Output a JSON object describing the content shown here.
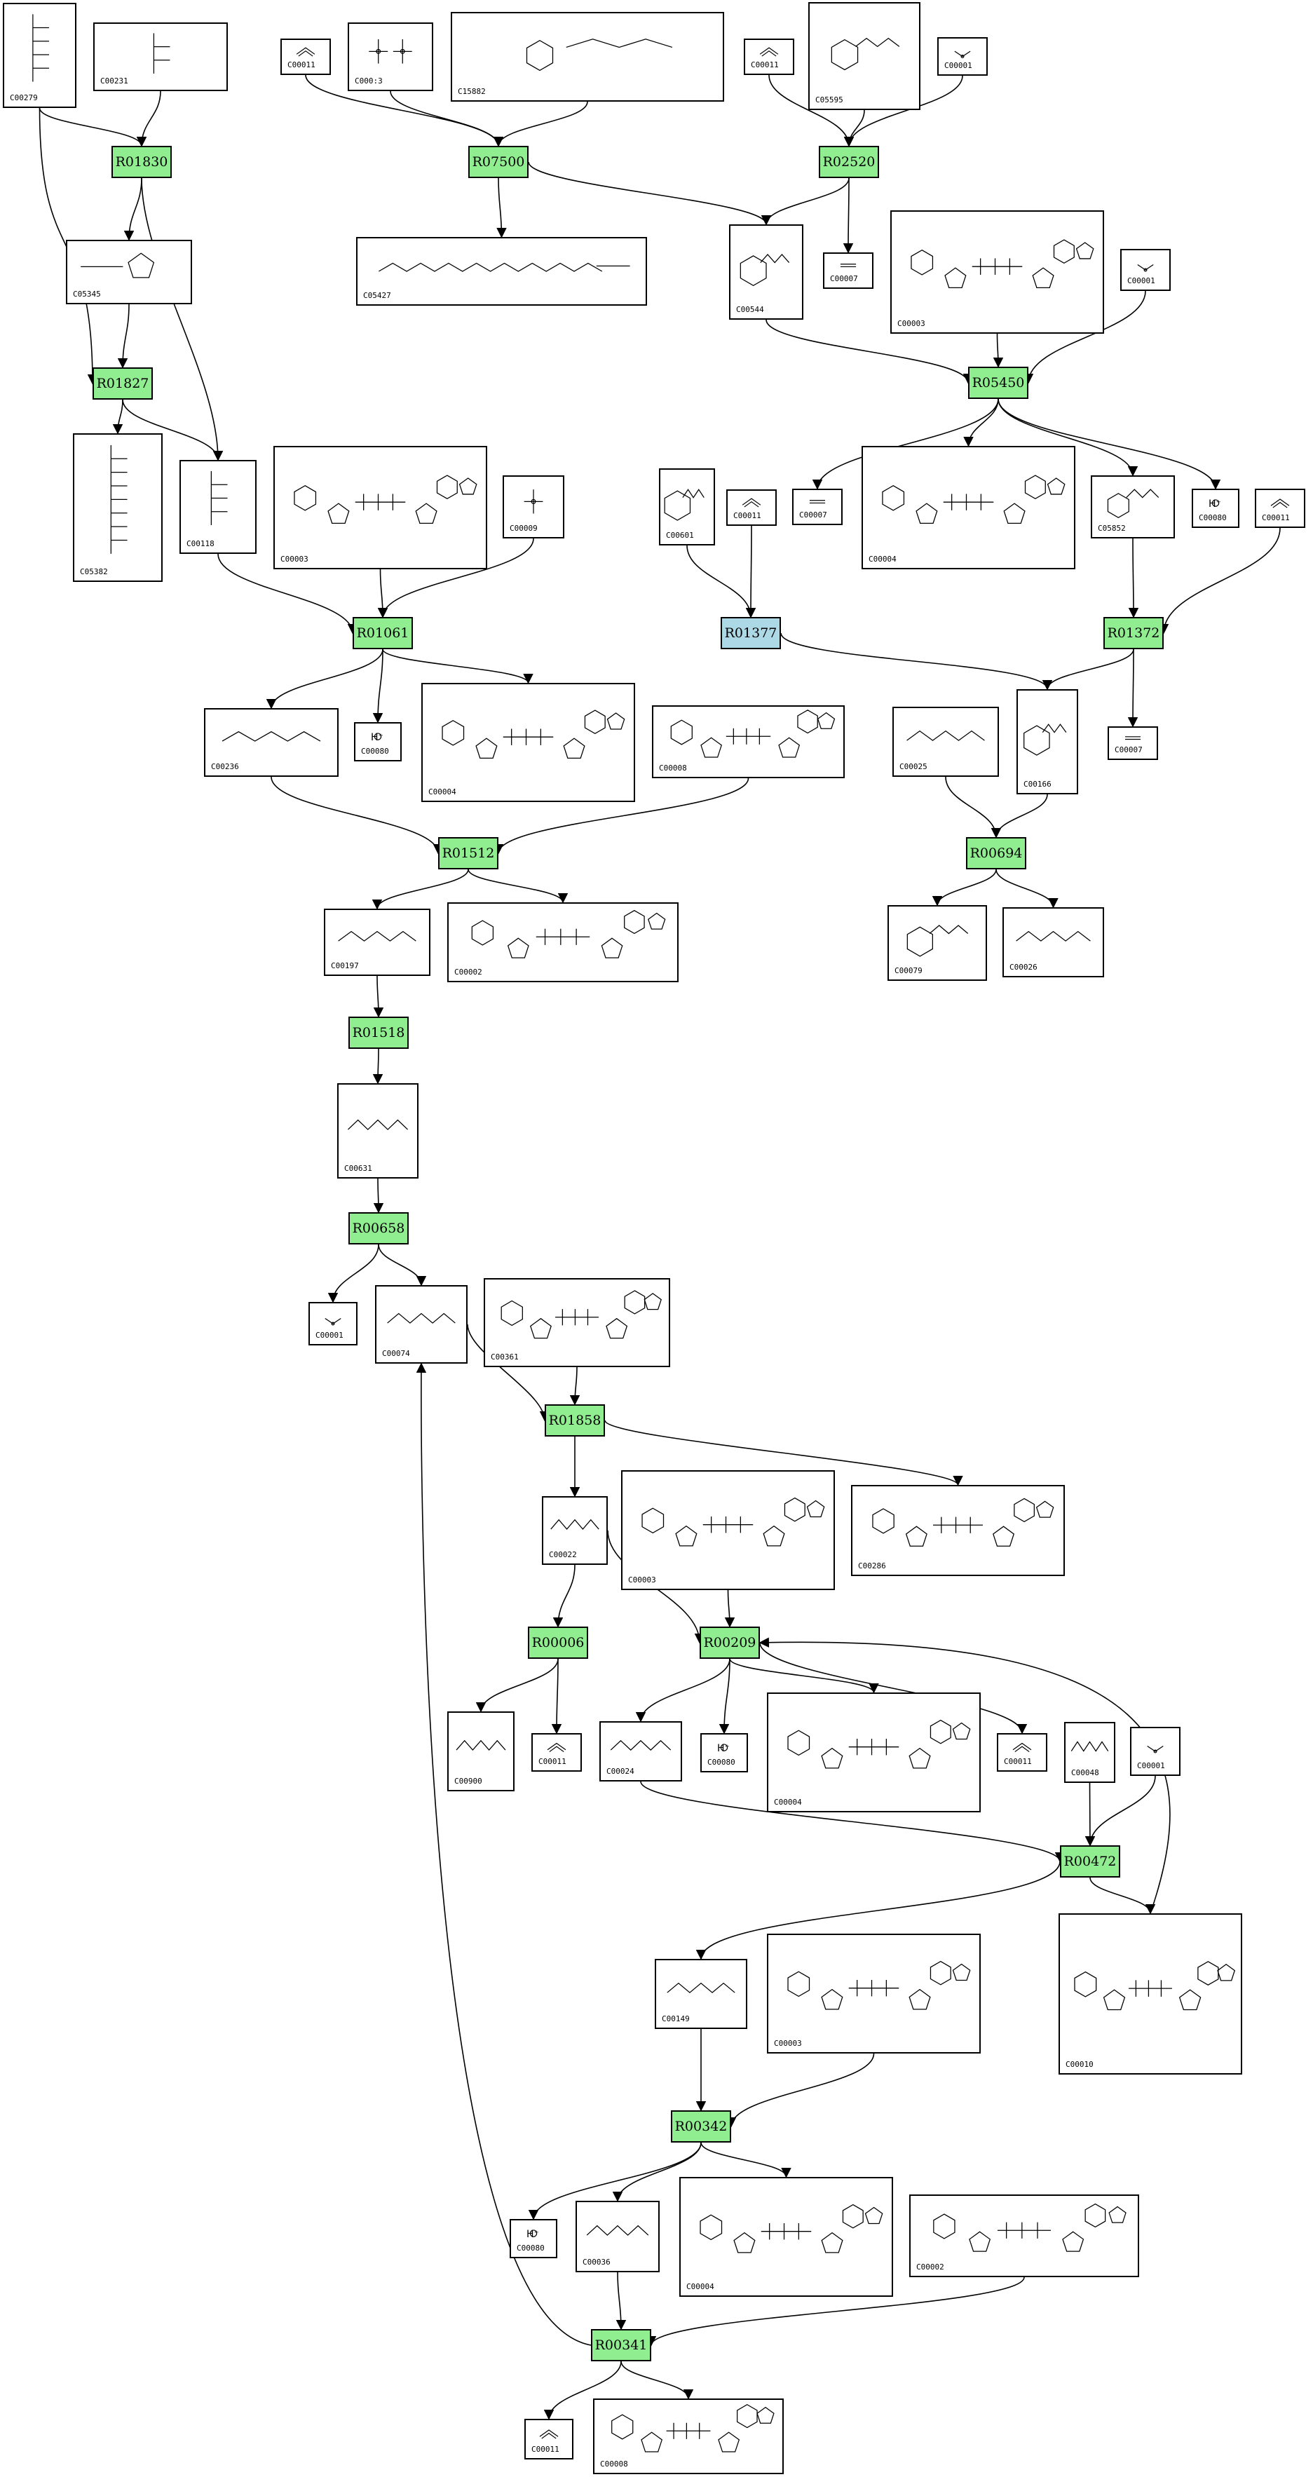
{
  "colors": {
    "reaction_fill": "#90EE90",
    "reaction_fill_alt": "#ADD8E6",
    "edge": "#000000",
    "border": "#000000"
  },
  "reactions": [
    {
      "id": "R01830",
      "style": "green"
    },
    {
      "id": "R07500",
      "style": "green"
    },
    {
      "id": "R02520",
      "style": "green"
    },
    {
      "id": "R01827",
      "style": "green"
    },
    {
      "id": "R05450",
      "style": "green"
    },
    {
      "id": "R01061",
      "style": "green"
    },
    {
      "id": "R01377",
      "style": "blue"
    },
    {
      "id": "R01372",
      "style": "green"
    },
    {
      "id": "R01512",
      "style": "green"
    },
    {
      "id": "R00694",
      "style": "green"
    },
    {
      "id": "R01518",
      "style": "green"
    },
    {
      "id": "R00658",
      "style": "green"
    },
    {
      "id": "R01858",
      "style": "green"
    },
    {
      "id": "R00006",
      "style": "green"
    },
    {
      "id": "R00209",
      "style": "green"
    },
    {
      "id": "R00472",
      "style": "green"
    },
    {
      "id": "R00342",
      "style": "green"
    },
    {
      "id": "R00341",
      "style": "green"
    }
  ],
  "compounds": [
    {
      "key": "c00279",
      "label": "C00279",
      "icon": "sugar-phosphate-structure"
    },
    {
      "key": "c00231",
      "label": "C00231",
      "icon": "sugar-phosphate-structure"
    },
    {
      "key": "c00011a",
      "label": "C00011",
      "icon": "co2-structure"
    },
    {
      "key": "c00013",
      "label": "C000:3",
      "icon": "pyrophosphate-structure"
    },
    {
      "key": "c15882",
      "label": "C15882",
      "icon": "prenyl-phenol-structure"
    },
    {
      "key": "c00011b",
      "label": "C00011",
      "icon": "co2-structure"
    },
    {
      "key": "c05595",
      "label": "C05595",
      "icon": "aldehyde-phenol-structure"
    },
    {
      "key": "c00001a",
      "label": "C00001",
      "icon": "water-structure"
    },
    {
      "key": "c05345",
      "label": "C05345",
      "icon": "furanose-phosphate-structure"
    },
    {
      "key": "c05427",
      "label": "C05427",
      "icon": "phytyl-diphosphate-structure"
    },
    {
      "key": "c00544",
      "label": "C00544",
      "icon": "phenylacetate-structure"
    },
    {
      "key": "c00007a",
      "label": "C00007",
      "icon": "oxygen-structure"
    },
    {
      "key": "c00003a",
      "label": "C00003",
      "icon": "nad-structure"
    },
    {
      "key": "c00001b",
      "label": "C00001",
      "icon": "water-structure"
    },
    {
      "key": "c05382",
      "label": "C05382",
      "icon": "sugar-chain-structure"
    },
    {
      "key": "c00118",
      "label": "C00118",
      "icon": "glyceraldehyde-phosphate-structure"
    },
    {
      "key": "c00003b",
      "label": "C00003",
      "icon": "nad-structure"
    },
    {
      "key": "c00009",
      "label": "C00009",
      "icon": "phosphate-structure"
    },
    {
      "key": "c00601",
      "label": "C00601",
      "icon": "phenylacetaldehyde-structure"
    },
    {
      "key": "c00011c",
      "label": "C00011",
      "icon": "co2-structure"
    },
    {
      "key": "c00007b",
      "label": "C00007",
      "icon": "oxygen-structure"
    },
    {
      "key": "c00004a",
      "label": "C00004",
      "icon": "nadh-structure"
    },
    {
      "key": "c05852",
      "label": "C05852",
      "icon": "phenylacetate-structure"
    },
    {
      "key": "c00080a",
      "label": "C00080",
      "text": "H⁺",
      "icon": "proton-structure"
    },
    {
      "key": "c00011d",
      "label": "C00011",
      "icon": "co2-structure"
    },
    {
      "key": "c00236",
      "label": "C00236",
      "icon": "bisphosphoglycerate-structure"
    },
    {
      "key": "c00080b",
      "label": "C00080",
      "text": "H⁺",
      "icon": "proton-structure"
    },
    {
      "key": "c00004b",
      "label": "C00004",
      "icon": "nadh-structure"
    },
    {
      "key": "c00008",
      "label": "C00008",
      "icon": "adp-structure"
    },
    {
      "key": "c00025",
      "label": "C00025",
      "icon": "glutamate-structure"
    },
    {
      "key": "c00166",
      "label": "C00166",
      "icon": "phenylpyruvate-structure"
    },
    {
      "key": "c00007c",
      "label": "C00007",
      "icon": "oxygen-structure"
    },
    {
      "key": "c00197",
      "label": "C00197",
      "icon": "phosphoglycerate-structure"
    },
    {
      "key": "c00002a",
      "label": "C00002",
      "icon": "atp-structure"
    },
    {
      "key": "c00079",
      "label": "C00079",
      "icon": "phenylalanine-structure"
    },
    {
      "key": "c00026",
      "label": "C00026",
      "icon": "oxoglutarate-structure"
    },
    {
      "key": "c00631",
      "label": "C00631",
      "icon": "phosphoglycerate-structure"
    },
    {
      "key": "c00001c",
      "label": "C00001",
      "icon": "water-structure"
    },
    {
      "key": "c00074",
      "label": "C00074",
      "icon": "pep-structure"
    },
    {
      "key": "c00361",
      "label": "C00361",
      "icon": "gdp-structure"
    },
    {
      "key": "c00022",
      "label": "C00022",
      "icon": "pyruvate-structure"
    },
    {
      "key": "c00003c",
      "label": "C00003",
      "icon": "nad-structure"
    },
    {
      "key": "c00286",
      "label": "C00286",
      "icon": "gtp-structure"
    },
    {
      "key": "c00900",
      "label": "C00900",
      "icon": "acetolactate-structure"
    },
    {
      "key": "c00011e",
      "label": "C00011",
      "icon": "co2-structure"
    },
    {
      "key": "c00024",
      "label": "C00024",
      "icon": "acetyl-coa-structure"
    },
    {
      "key": "c00080c",
      "label": "C00080",
      "text": "H⁺",
      "icon": "proton-structure"
    },
    {
      "key": "c00004c",
      "label": "C00004",
      "icon": "nadh-structure"
    },
    {
      "key": "c00011f",
      "label": "C00011",
      "icon": "co2-structure"
    },
    {
      "key": "c00048",
      "label": "C00048",
      "icon": "glyoxylate-structure"
    },
    {
      "key": "c00001d",
      "label": "C00001",
      "icon": "water-structure"
    },
    {
      "key": "c00149",
      "label": "C00149",
      "icon": "malate-structure"
    },
    {
      "key": "c00003d",
      "label": "C00003",
      "icon": "nad-structure"
    },
    {
      "key": "c00010",
      "label": "C00010",
      "icon": "coa-structure"
    },
    {
      "key": "c00080d",
      "label": "C00080",
      "text": "H⁺",
      "icon": "proton-structure"
    },
    {
      "key": "c00036",
      "label": "C00036",
      "icon": "oxaloacetate-structure"
    },
    {
      "key": "c00004d",
      "label": "C00004",
      "icon": "nadh-structure"
    },
    {
      "key": "c00002b",
      "label": "C00002",
      "icon": "atp-structure"
    },
    {
      "key": "c00011g",
      "label": "C00011",
      "icon": "co2-structure"
    },
    {
      "key": "c00008b",
      "label": "C00008",
      "icon": "adp-structure"
    }
  ]
}
